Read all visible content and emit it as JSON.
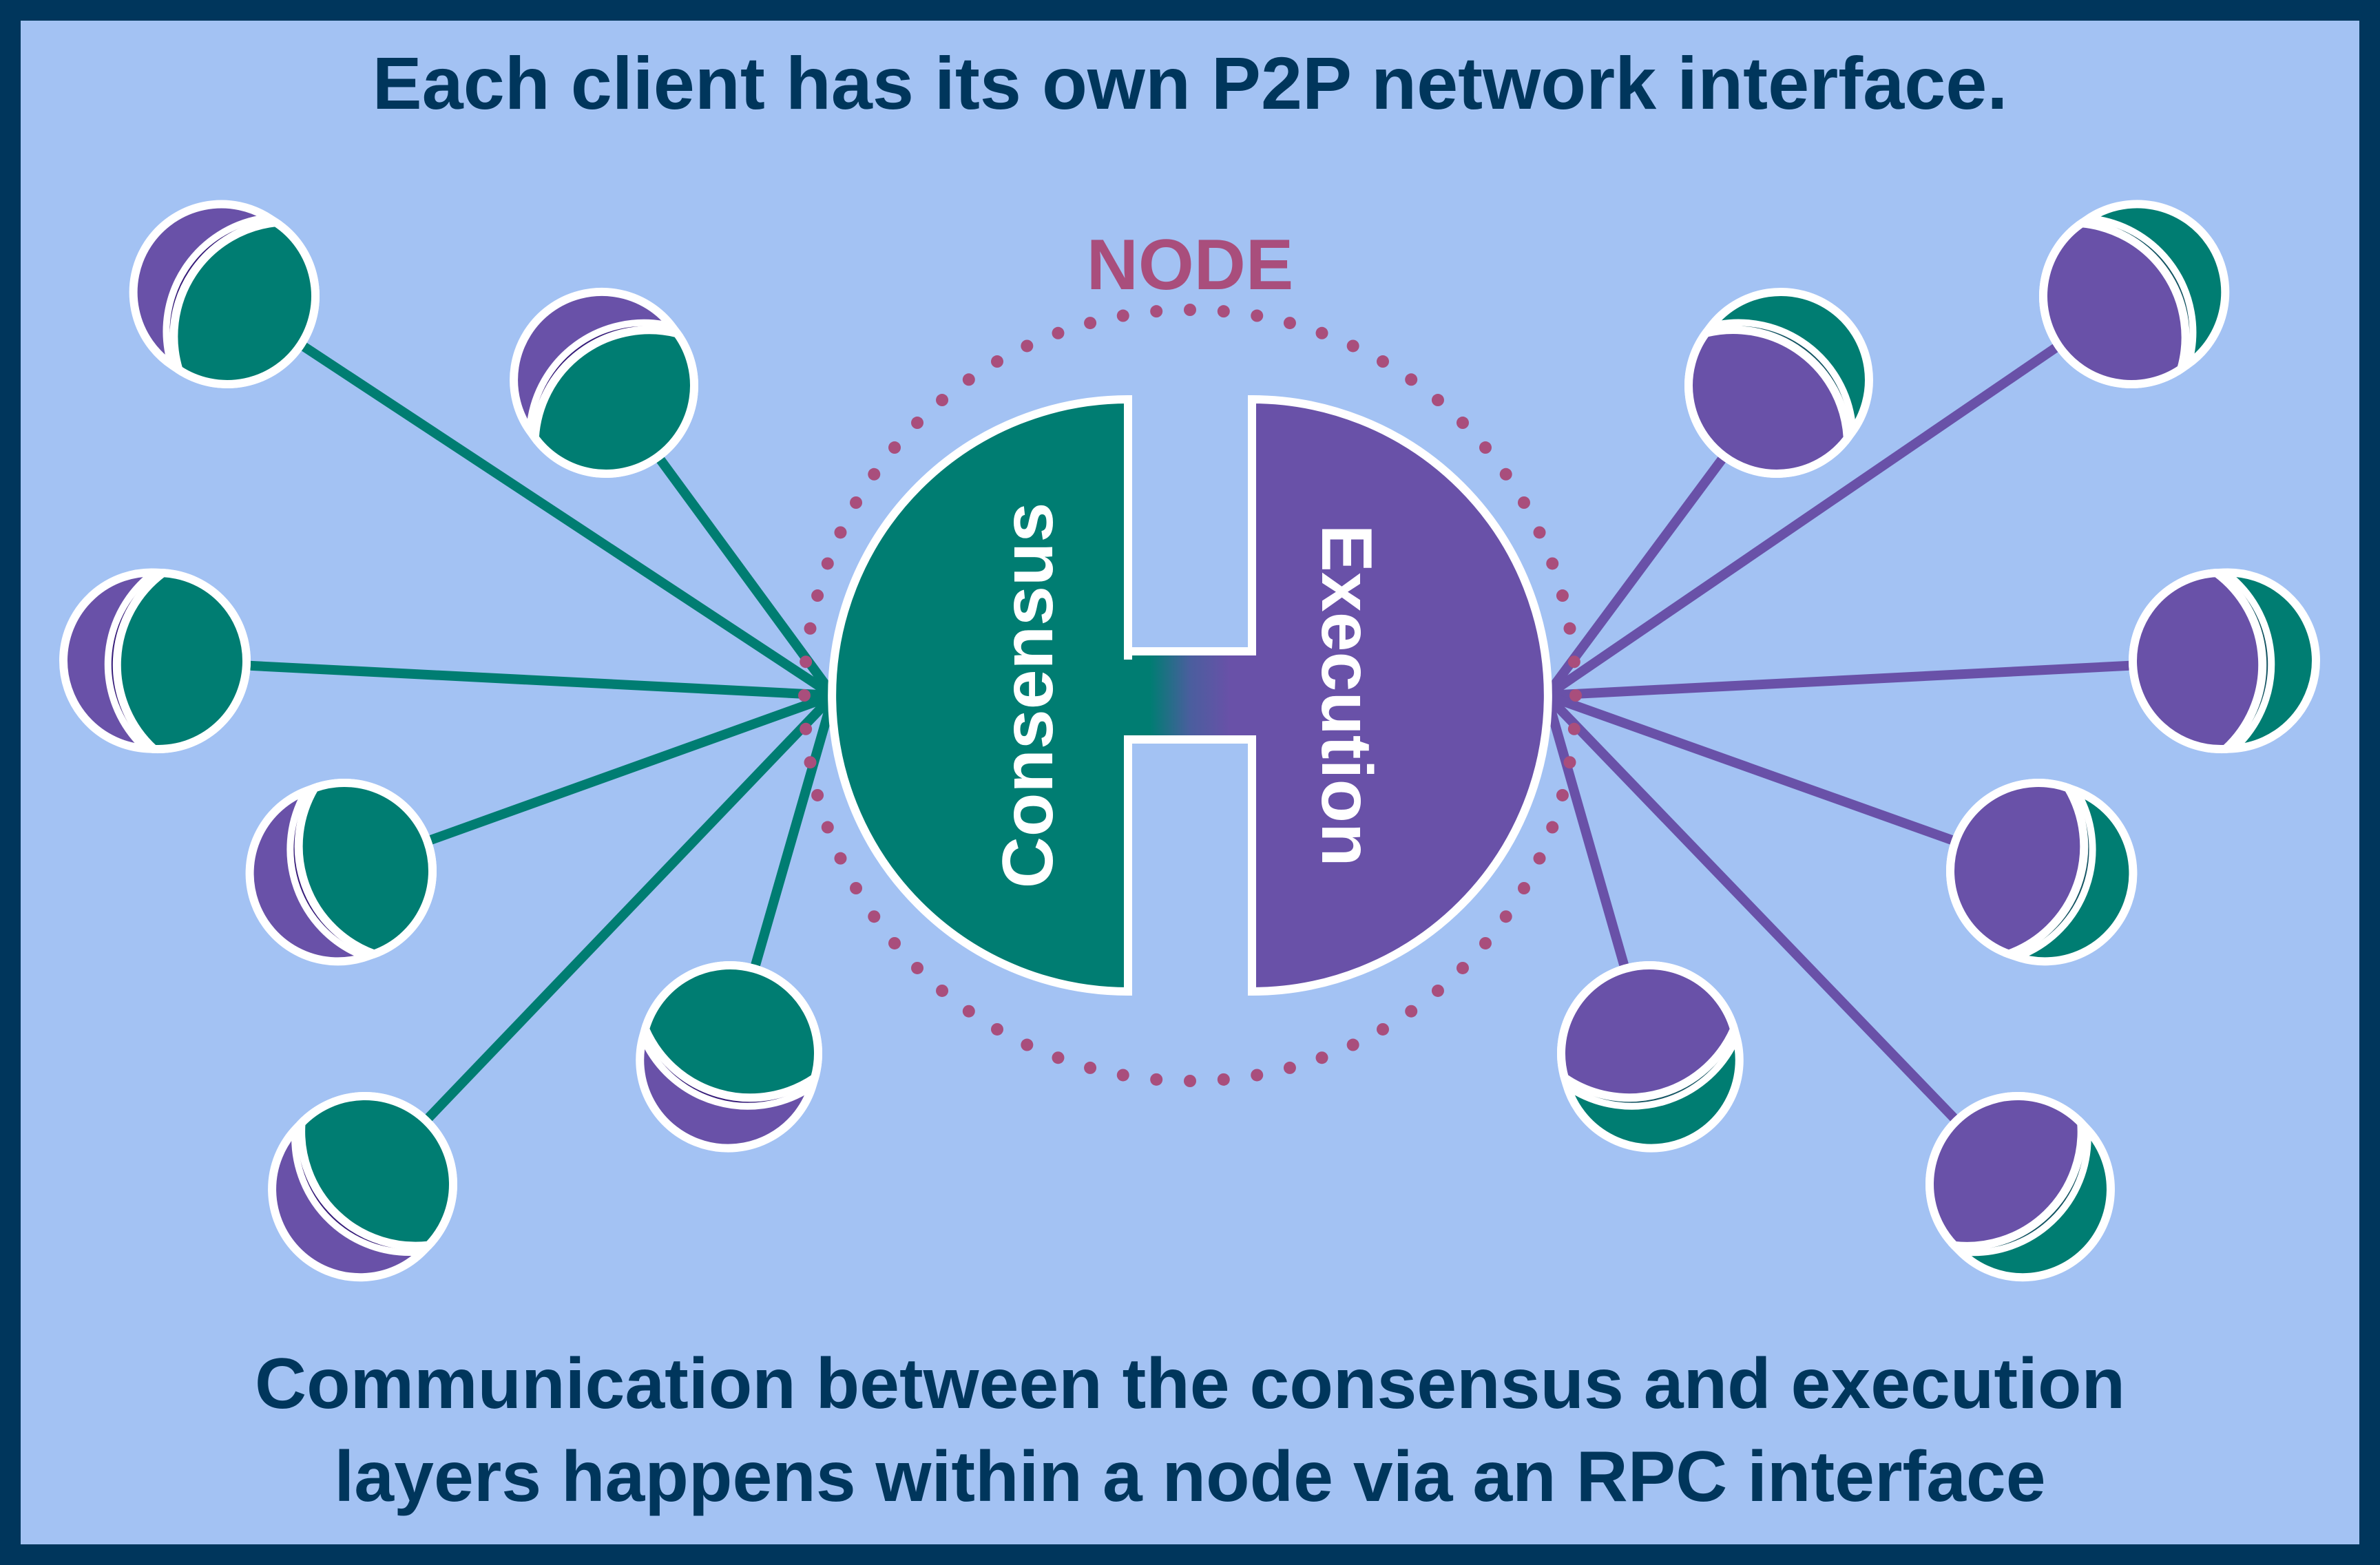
{
  "header": {
    "title": "Each client has its own P2P network interface."
  },
  "node": {
    "label": "NODE",
    "consensus_label": "Consensus",
    "execution_label": "Execution"
  },
  "footer": {
    "line1": "Communication between the consensus and execution",
    "line2": "layers happens within a node via an RPC interface"
  },
  "colors": {
    "frame": "#00365C",
    "background": "#A3C2F3",
    "consensus": "#007D72",
    "execution": "#6951A8",
    "consensus_dark": "#361C79",
    "execution_dark": "#135462",
    "node_ring": "#A94E7C",
    "outline": "#FFFFFF"
  },
  "peers": {
    "consensus_side": [
      {
        "id": "c1",
        "layer": "consensus"
      },
      {
        "id": "c2",
        "layer": "consensus"
      },
      {
        "id": "c3",
        "layer": "consensus"
      },
      {
        "id": "c4",
        "layer": "consensus"
      },
      {
        "id": "c5",
        "layer": "consensus"
      },
      {
        "id": "c6",
        "layer": "consensus"
      }
    ],
    "execution_side": [
      {
        "id": "e1",
        "layer": "execution"
      },
      {
        "id": "e2",
        "layer": "execution"
      },
      {
        "id": "e3",
        "layer": "execution"
      },
      {
        "id": "e4",
        "layer": "execution"
      },
      {
        "id": "e5",
        "layer": "execution"
      },
      {
        "id": "e6",
        "layer": "execution"
      }
    ]
  }
}
